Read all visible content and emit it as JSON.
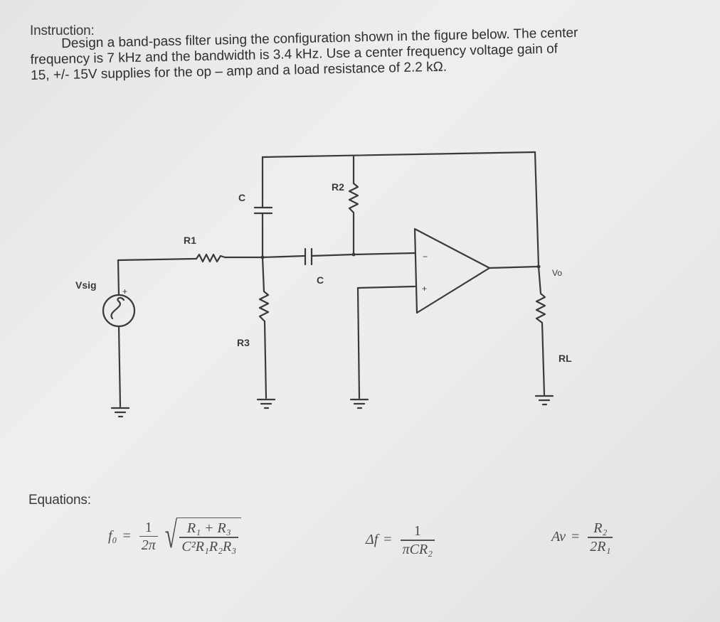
{
  "instruction": {
    "heading": "Instruction:",
    "line1": "Design a band-pass filter using the configuration shown in the figure below. The center",
    "line2": "frequency is 7 kHz and the bandwidth is 3.4 kHz. Use a center frequency voltage gain of",
    "line3": "15, +/- 15V supplies for the op – amp and a load resistance of 2.2 kΩ."
  },
  "circuit": {
    "labels": {
      "vsig": "Vsig",
      "r1": "R1",
      "r2": "R2",
      "r3": "R3",
      "c_top": "C",
      "c_series": "C",
      "vo": "Vo",
      "rl": "RL",
      "opamp_minus": "−",
      "opamp_plus": "+",
      "source_plus": "+"
    }
  },
  "equations": {
    "heading": "Equations:",
    "f0": {
      "lhs": "f₀",
      "eq": "=",
      "coef_num": "1",
      "coef_den": "2π",
      "rad_num": "R₁ + R₃",
      "rad_den": "C²R₁R₂R₃"
    },
    "df": {
      "lhs": "Δf",
      "eq": "=",
      "num": "1",
      "den": "πCR₂"
    },
    "av": {
      "lhs": "Av",
      "eq": "=",
      "num": "R₂",
      "den": "2R₁"
    }
  }
}
